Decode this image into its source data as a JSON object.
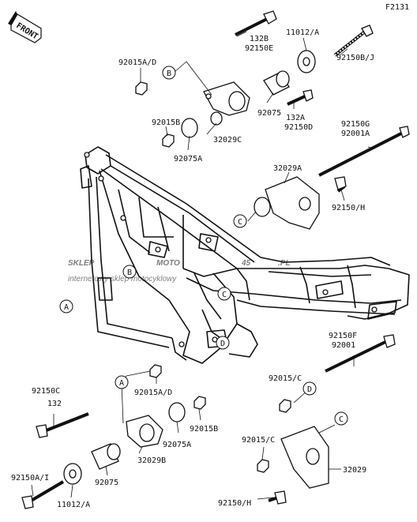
{
  "diagram_code": "F2131",
  "front_label": "FRONT",
  "watermark": {
    "line1_a": "SKLEP",
    "line1_b": "MOTO",
    "line1_c": "45",
    "line1_d": ".PL",
    "line2": "internetowy sklep motocyklowy"
  },
  "colors": {
    "ink": "#111111",
    "watermark_red": "#e8322d",
    "watermark_gray": "#9a9a9a"
  },
  "callouts": [
    "A",
    "B",
    "C",
    "D"
  ],
  "labels": [
    {
      "id": "l01",
      "text": "132B"
    },
    {
      "id": "l02",
      "text": "92150E"
    },
    {
      "id": "l03",
      "text": "11012/A"
    },
    {
      "id": "l04",
      "text": "92150B/J"
    },
    {
      "id": "l05",
      "text": "92015A/D"
    },
    {
      "id": "l06",
      "text": "92075"
    },
    {
      "id": "l07",
      "text": "132A"
    },
    {
      "id": "l08",
      "text": "92150D"
    },
    {
      "id": "l09",
      "text": "92015B"
    },
    {
      "id": "l10",
      "text": "32029C"
    },
    {
      "id": "l11",
      "text": "92075A"
    },
    {
      "id": "l12",
      "text": "92150G"
    },
    {
      "id": "l13",
      "text": "92001A"
    },
    {
      "id": "l14",
      "text": "32029A"
    },
    {
      "id": "l15",
      "text": "92150/H"
    },
    {
      "id": "l16",
      "text": "92150F"
    },
    {
      "id": "l17",
      "text": "92001"
    },
    {
      "id": "l18",
      "text": "92015/C"
    },
    {
      "id": "l19",
      "text": "92150C"
    },
    {
      "id": "l20",
      "text": "132"
    },
    {
      "id": "l21",
      "text": "92015A/D"
    },
    {
      "id": "l22",
      "text": "92015B"
    },
    {
      "id": "l23",
      "text": "92075A"
    },
    {
      "id": "l24",
      "text": "32029B"
    },
    {
      "id": "l25",
      "text": "92075"
    },
    {
      "id": "l26",
      "text": "92015/C"
    },
    {
      "id": "l27",
      "text": "32029"
    },
    {
      "id": "l28",
      "text": "92150A/I"
    },
    {
      "id": "l29",
      "text": "11012/A"
    },
    {
      "id": "l30",
      "text": "92150/H"
    }
  ]
}
